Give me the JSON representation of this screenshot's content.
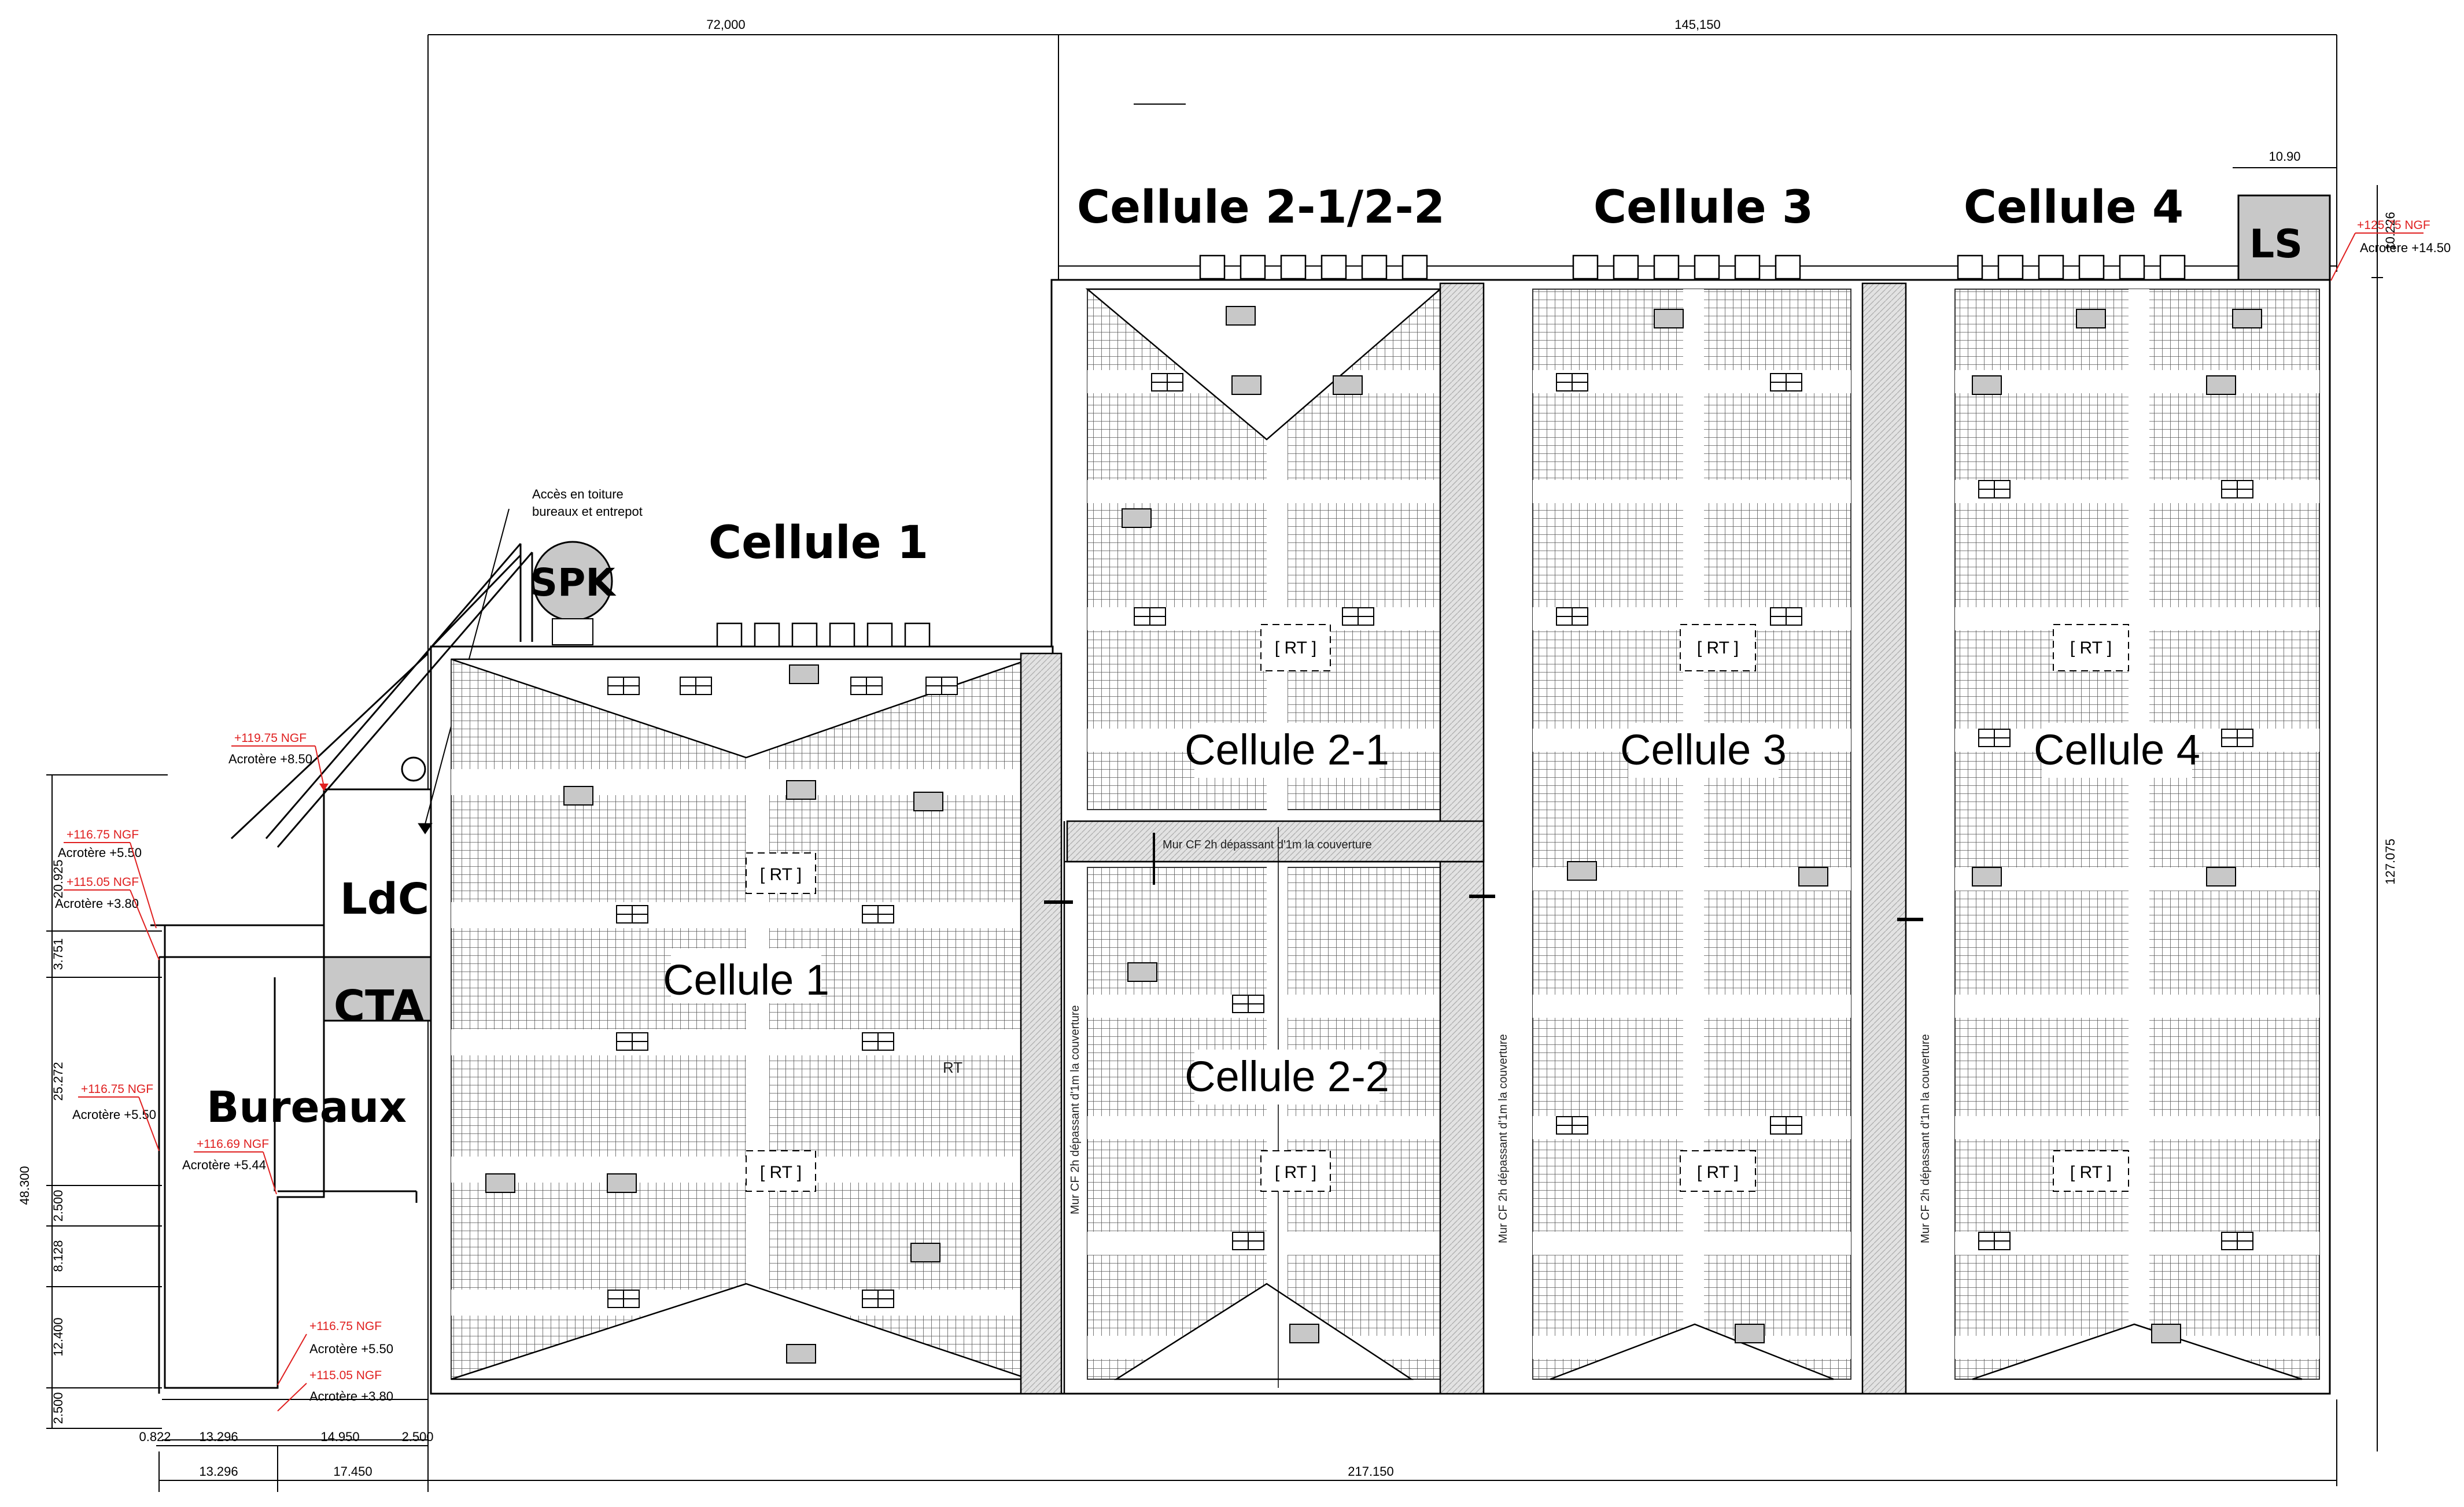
{
  "cells": {
    "c1_top": "Cellule 1",
    "c1_mid": "Cellule 1",
    "c2_top": "Cellule 2-1/2-2",
    "c21": "Cellule 2-1",
    "c22": "Cellule 2-2",
    "c3_top": "Cellule 3",
    "c3_mid": "Cellule 3",
    "c4_top": "Cellule 4",
    "c4_mid": "Cellule 4"
  },
  "rooms": {
    "spk": "SPK",
    "ls": "LS",
    "ldc": "LdC",
    "cta": "CTA",
    "bureaux": "Bureaux"
  },
  "roof_units": {
    "rt": "RT",
    "rt_box": "[ RT ]"
  },
  "notes": {
    "access_line1": "Accès en toiture",
    "access_line2": "bureaux et entrepot",
    "wall_h": "Mur CF 2h dépassant d'1m la couverture",
    "wall_v": "Mur CF 2h dépassant d'1m la couverture"
  },
  "levels": [
    {
      "ngf": "+119.75 NGF",
      "acrotere": "Acrotère +8.50"
    },
    {
      "ngf": "+116.75 NGF",
      "acrotere": "Acrotère +5.50"
    },
    {
      "ngf": "+115.05 NGF",
      "acrotere": "Acrotère +3.80"
    },
    {
      "ngf": "+116.75 NGF",
      "acrotere": "Acrotère +5.50"
    },
    {
      "ngf": "+116.69 NGF",
      "acrotere": "Acrotère +5.44"
    },
    {
      "ngf": "+116.75 NGF",
      "acrotere": "Acrotère +5.50"
    },
    {
      "ngf": "+115.05 NGF",
      "acrotere": "Acrotère +3.80"
    },
    {
      "ngf": "+125.75 NGF",
      "acrotere": "Acrotère +14.50"
    }
  ],
  "dimensions": {
    "top_left": "72,000",
    "top_right": "145,150",
    "ls_width": "10.90",
    "right_ls": "10.226",
    "right_total": "127.075",
    "left": [
      "20.925",
      "3.751",
      "25.272",
      "48.300",
      "2.500",
      "8.128",
      "12.400",
      "2.500"
    ],
    "bottom_row1": [
      "0.822",
      "13.296",
      "14.950",
      "2.500"
    ],
    "bottom_row2": [
      "13.296",
      "17.450",
      "217.150"
    ]
  },
  "colors": {
    "line": "#000000",
    "panel": "#444444",
    "corridor": "#d8d8d8",
    "gray_room": "#c8c8c8",
    "red_label": "#e02020"
  }
}
